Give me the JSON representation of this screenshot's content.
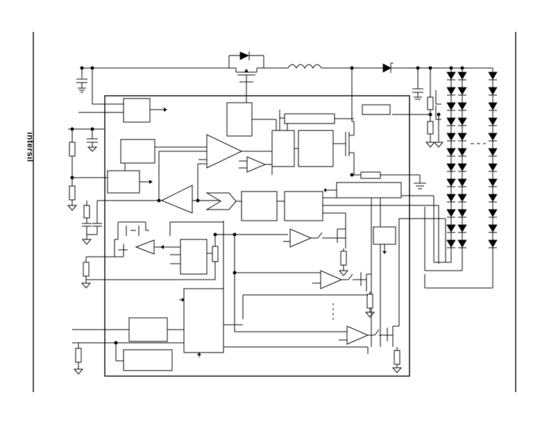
{
  "page": {
    "brand_logo": "intersil"
  },
  "diagram": {
    "type": "block-diagram",
    "colors": {
      "ink": "#000000",
      "background": "#ffffff"
    },
    "led_strings": 4,
    "leds_per_string": 12
  }
}
